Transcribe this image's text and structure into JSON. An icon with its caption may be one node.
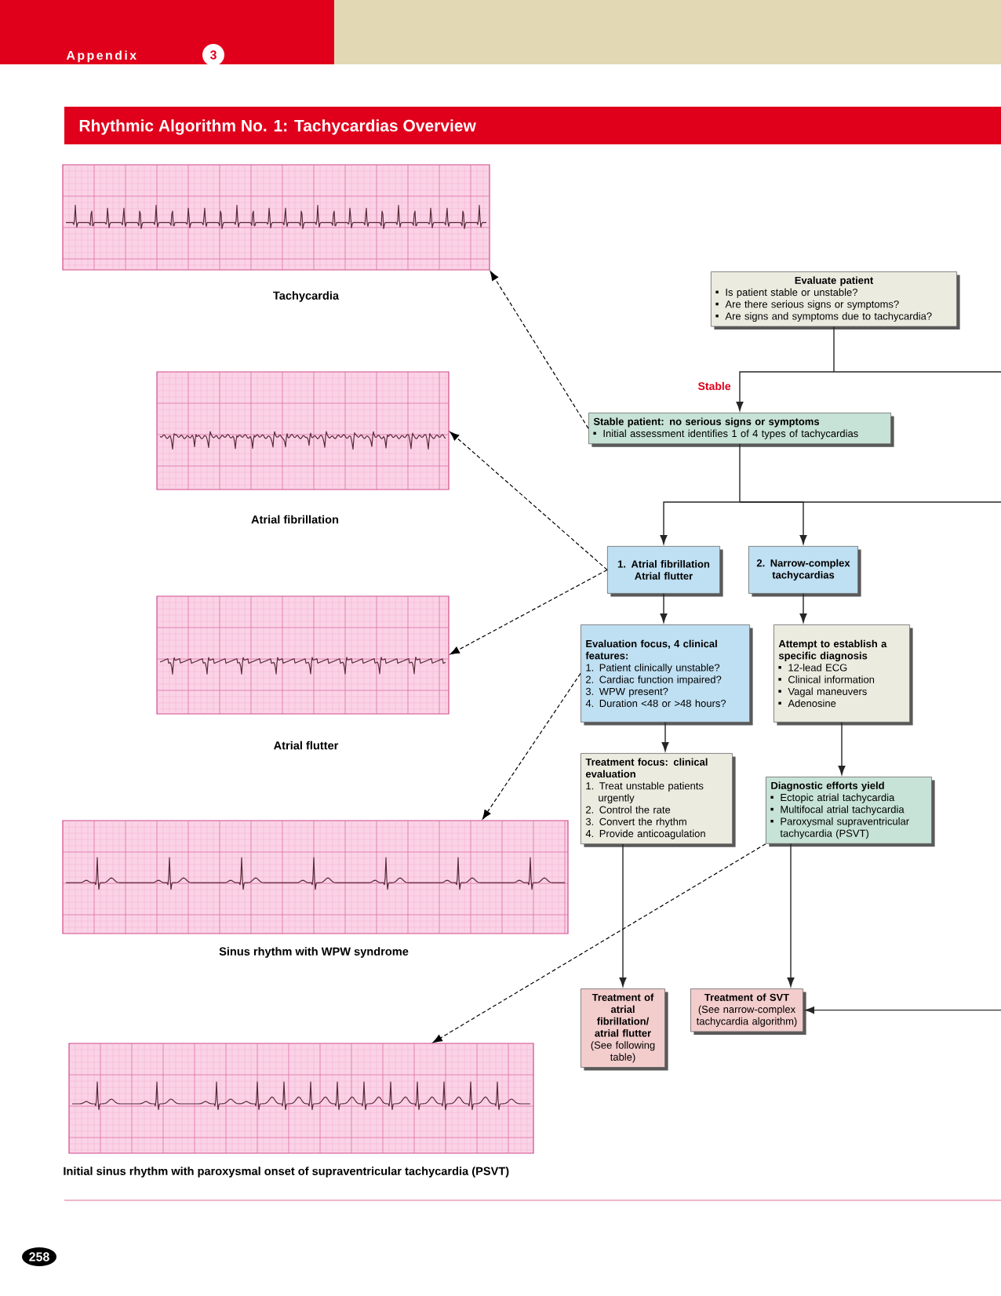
{
  "diagram": {
    "title": "Rhythmic Algorithm No. 1: Tachycardias Overview",
    "nodes": [
      {
        "text": [],
        "shape": "picture",
        "beside": [
          "Tachycardia"
        ]
      },
      {
        "text": [
          "Evaluate patient",
          "Is patient stable or unstable?",
          "Are there serious signs or symptoms?",
          "Are signs and symptoms due to tachycardia?"
        ]
      },
      {
        "text": [
          "Stable patient: no serious signs or symptoms",
          "Initial assessment identifies 1 of 4 types of tachycardias"
        ]
      },
      {
        "text": [],
        "shape": "picture",
        "beside": [
          "Atrial fibrillation"
        ]
      },
      {
        "text": [
          "1. Atrial fibrillation Atrial flutter"
        ]
      },
      {
        "text": [
          "2. Narrow-complex tachycardias"
        ]
      },
      {
        "text": [],
        "shape": "picture",
        "beside": [
          "Atrial flutter"
        ]
      },
      {
        "text": [
          "Evaluation focus, 4 clinical features:",
          "1. Patient clinically unstable?",
          "2. Cardiac function impaired?",
          "3. WPW present?",
          "4. Duration <48 or >48 hours?"
        ]
      },
      {
        "text": [
          "Attempt to establish a specific diagnosis",
          "12-lead ECG",
          "Clinical information",
          "Vagal maneuvers",
          "Adenosine"
        ]
      },
      {
        "text": [
          "Treatment focus: clinical evaluation",
          "1. Treat unstable patients urgently",
          "2. Control the rate",
          "3. Convert the rhythm",
          "4. Provide anticoagulation"
        ]
      },
      {
        "text": [
          "Diagnostic efforts yield",
          "Ectopic atrial tachycardia",
          "Multifocal atrial tachycardia",
          "Paroxysmal supraventricular tachycardia (PSVT)"
        ]
      },
      {
        "text": [],
        "shape": "picture",
        "beside": [
          "Sinus rhythm with WPW syndrome"
        ]
      },
      {
        "text": [
          "Treatment of atrial fibrillation/ atrial flutter",
          "(See following table)"
        ]
      },
      {
        "text": [
          "Treatment of SVT",
          "(See narrow-complex tachycardia algorithm)"
        ]
      },
      {
        "text": [],
        "shape": "picture",
        "beside": [
          "Initial sinus rhythm with paroxysmal onset of supraventricular tachycardia (PSVT)"
        ]
      }
    ],
    "edges": [
      {
        "from": 1,
        "to": 2,
        "arrow": "to",
        "label": "Stable"
      },
      {
        "from": 1,
        "to": null,
        "arrow": "none"
      },
      {
        "from": 2,
        "to": 4,
        "arrow": "to"
      },
      {
        "from": 2,
        "to": 5,
        "arrow": "to"
      },
      {
        "from": 2,
        "to": null,
        "arrow": "none"
      },
      {
        "from": 4,
        "to": 7,
        "arrow": "to"
      },
      {
        "from": 5,
        "to": 8,
        "arrow": "to"
      },
      {
        "from": 7,
        "to": 9,
        "arrow": "to"
      },
      {
        "from": 8,
        "to": 10,
        "arrow": "to"
      },
      {
        "from": 9,
        "to": 12,
        "arrow": "to"
      },
      {
        "from": 10,
        "to": 13,
        "arrow": "to"
      },
      {
        "from": null,
        "to": 13,
        "arrow": "to"
      },
      {
        "from": 2,
        "to": 0,
        "arrow": "to",
        "style": "dashed"
      },
      {
        "from": 4,
        "to": 3,
        "arrow": "to",
        "style": "dashed"
      },
      {
        "from": 4,
        "to": 6,
        "arrow": "to",
        "style": "dashed"
      },
      {
        "from": 7,
        "to": 11,
        "arrow": "to",
        "style": "dashed"
      },
      {
        "from": 10,
        "to": 14,
        "arrow": "to",
        "style": "dashed"
      }
    ],
    "labels": [
      "Appendix",
      "3",
      "258"
    ]
  }
}
